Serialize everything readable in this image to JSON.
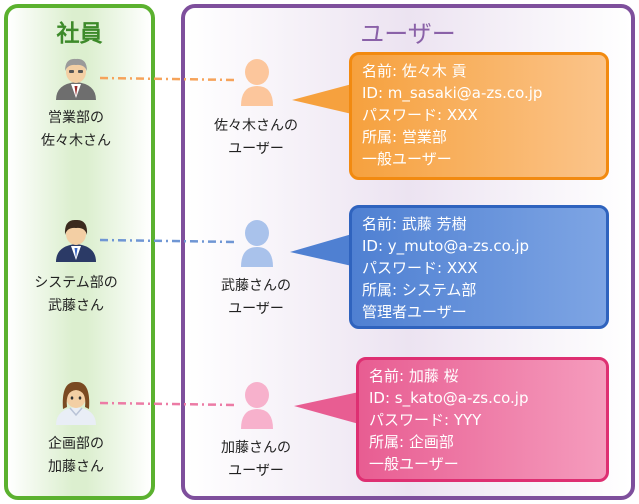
{
  "employees_panel": {
    "heading": "社員"
  },
  "users_panel": {
    "heading": "ユーザー"
  },
  "employees": [
    {
      "line1": "営業部の",
      "line2": "佐々木さん"
    },
    {
      "line1": "システム部の",
      "line2": "武藤さん"
    },
    {
      "line1": "企画部の",
      "line2": "加藤さん"
    }
  ],
  "users": [
    {
      "line1": "佐々木さんの",
      "line2": "ユーザー"
    },
    {
      "line1": "武藤さんの",
      "line2": "ユーザー"
    },
    {
      "line1": "加藤さんの",
      "line2": "ユーザー"
    }
  ],
  "cards": [
    {
      "name": "名前: 佐々木 貢",
      "id": "ID: m_sasaki@a-zs.co.jp",
      "password": "パスワード: XXX",
      "dept": "所属: 営業部",
      "role": "一般ユーザー"
    },
    {
      "name": "名前: 武藤 芳樹",
      "id": "ID: y_muto@a-zs.co.jp",
      "password": "パスワード: XXX",
      "dept": "所属: システム部",
      "role": "管理者ユーザー"
    },
    {
      "name": "名前: 加藤 桜",
      "id": "ID: s_kato@a-zs.co.jp",
      "password": "パスワード: YYY",
      "dept": "所属: 企画部",
      "role": "一般ユーザー"
    }
  ],
  "colors": {
    "employees_border": "#5bb12f",
    "users_border": "#7e4f9c",
    "sasaki": "#f28a10",
    "muto": "#2f63be",
    "kato": "#de2f72"
  }
}
